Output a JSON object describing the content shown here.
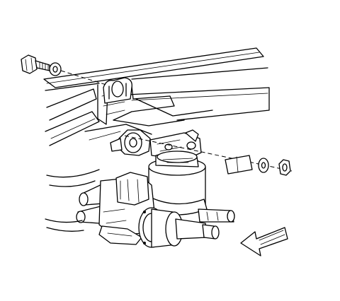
{
  "diagram": {
    "parts": [
      {
        "id": "frame-rail",
        "icon": "frame-rail-icon"
      },
      {
        "id": "crossmember",
        "icon": "crossmember-icon"
      },
      {
        "id": "mounting-bolt",
        "icon": "bolt-icon"
      },
      {
        "id": "washer-left",
        "icon": "washer-icon"
      },
      {
        "id": "bushing",
        "icon": "bushing-icon"
      },
      {
        "id": "bracket",
        "icon": "bracket-icon"
      },
      {
        "id": "washer-right",
        "icon": "washer-icon"
      },
      {
        "id": "nut",
        "icon": "nut-icon"
      },
      {
        "id": "differential",
        "icon": "differential-icon"
      },
      {
        "id": "axle-shaft",
        "icon": "axle-shaft-icon"
      },
      {
        "id": "front-direction",
        "icon": "arrow-icon"
      }
    ],
    "colors": {
      "line": "#000000",
      "background": "#ffffff",
      "arrow_fill": "#ffffff"
    }
  }
}
